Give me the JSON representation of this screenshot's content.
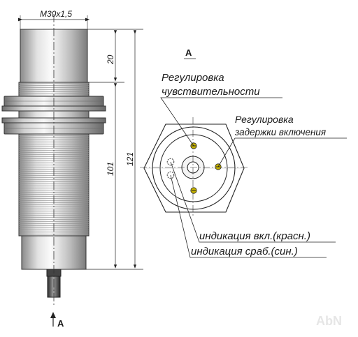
{
  "labels": {
    "thread": "M30x1,5",
    "dim_20": "20",
    "dim_101": "101",
    "dim_121": "121",
    "view_label_top": "A",
    "view_label_bottom": "A",
    "sensitivity_line1": "Регулировка",
    "sensitivity_line2": "чувствительности",
    "delay_line1": "Регулировка",
    "delay_line2": "задержки включения",
    "indication_on": "индикация вкл.(красн.)",
    "indication_trip": "индикация сраб.(син.)",
    "watermark": "AbN"
  },
  "colors": {
    "body_mid": "#d6d6d6",
    "body_dark": "#7a7a7a",
    "body_light": "#f2f2f2",
    "line": "#222222",
    "trimmer": "#c8b400"
  }
}
